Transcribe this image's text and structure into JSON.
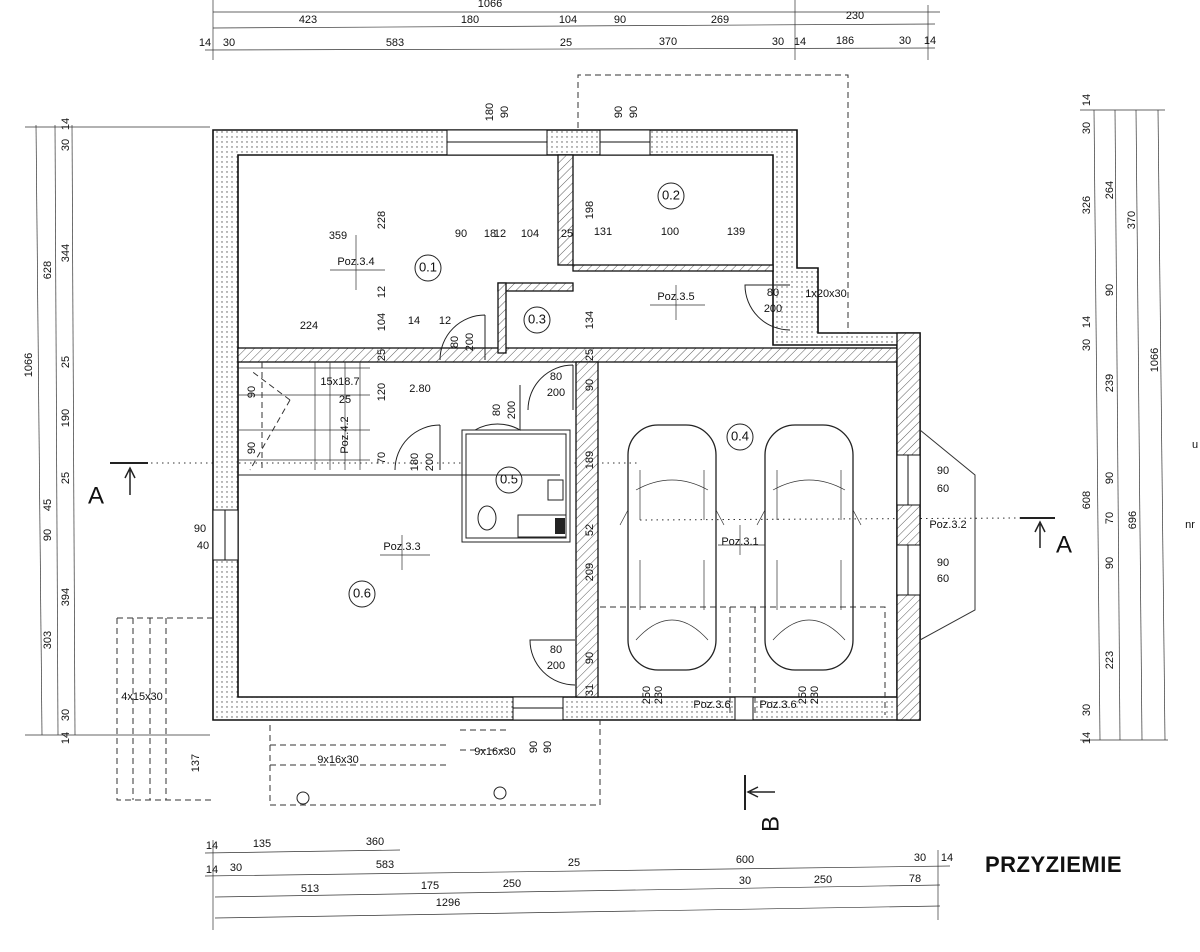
{
  "title": "PRZYZIEMIE",
  "section_marks": {
    "a_left": "A",
    "a_right": "A",
    "b": "B"
  },
  "rooms": {
    "r01": "0.1",
    "r02": "0.2",
    "r03": "0.3",
    "r04": "0.4",
    "r05": "0.5",
    "r06": "0.6"
  },
  "positions": {
    "p34": "Poz.3.4",
    "p35": "Poz.3.5",
    "p42": "Poz.4.2",
    "p33": "Poz.3.3",
    "p31": "Poz.3.1",
    "p32": "Poz.3.2",
    "p36a": "Poz.3.6",
    "p36b": "Poz.3.6"
  },
  "dims": {
    "top_total": "1066",
    "top_row1": [
      "423",
      "180",
      "104",
      "90",
      "269",
      "230"
    ],
    "top_row2": [
      "14",
      "30",
      "583",
      "25",
      "370",
      "30",
      "14",
      "186",
      "30",
      "14"
    ],
    "bottom_row1": [
      "14",
      "135",
      "360"
    ],
    "bottom_row2": [
      "14",
      "30",
      "583",
      "25",
      "600",
      "30",
      "14"
    ],
    "bottom_row3": [
      "513",
      "175",
      "250",
      "30",
      "250",
      "78"
    ],
    "bottom_total": "1296",
    "left_total": "1066",
    "left_mid": [
      "628",
      "45",
      "90",
      "303"
    ],
    "left_inner": [
      "14",
      "30",
      "344",
      "25",
      "190",
      "25",
      "394",
      "30",
      "14"
    ],
    "right_inner": [
      "14",
      "30",
      "326",
      "14",
      "30",
      "608",
      "30",
      "14"
    ],
    "right_mid": [
      "264",
      "90",
      "239",
      "90",
      "70",
      "90",
      "223"
    ],
    "right_outer": [
      "370",
      "696"
    ],
    "right_total": "1066",
    "interior": [
      "359",
      "90",
      "18",
      "12",
      "104",
      "25",
      "131",
      "100",
      "139",
      "228",
      "198",
      "12",
      "104",
      "224",
      "14",
      "12",
      "25",
      "134",
      "25",
      "120",
      "2.80",
      "90",
      "90",
      "90",
      "70",
      "189",
      "52",
      "209",
      "90",
      "31",
      "137",
      "250",
      "230",
      "250",
      "230"
    ],
    "stairs": {
      "inner": "15x18.7",
      "inner_tread": "25",
      "entry": "1x20x30",
      "side": "4x15x30",
      "front_a": "9x16x30",
      "front_b": "9x16x30"
    }
  },
  "openings": {
    "win_top_a": [
      "180",
      "90"
    ],
    "win_top_b": [
      "90",
      "90"
    ],
    "door_01": [
      "80",
      "200"
    ],
    "door_entry": [
      "80",
      "200"
    ],
    "door_hall": [
      "80",
      "200"
    ],
    "door_05": [
      "80",
      "200"
    ],
    "door_stair": [
      "180",
      "200"
    ],
    "win_left": [
      "90",
      "40"
    ],
    "win_right_a": [
      "90",
      "60"
    ],
    "win_right_b": [
      "90",
      "60"
    ],
    "door_06": [
      "80",
      "200"
    ],
    "win_bottom": [
      "90",
      "90"
    ]
  },
  "margin_notes": [
    "u",
    "nr"
  ]
}
